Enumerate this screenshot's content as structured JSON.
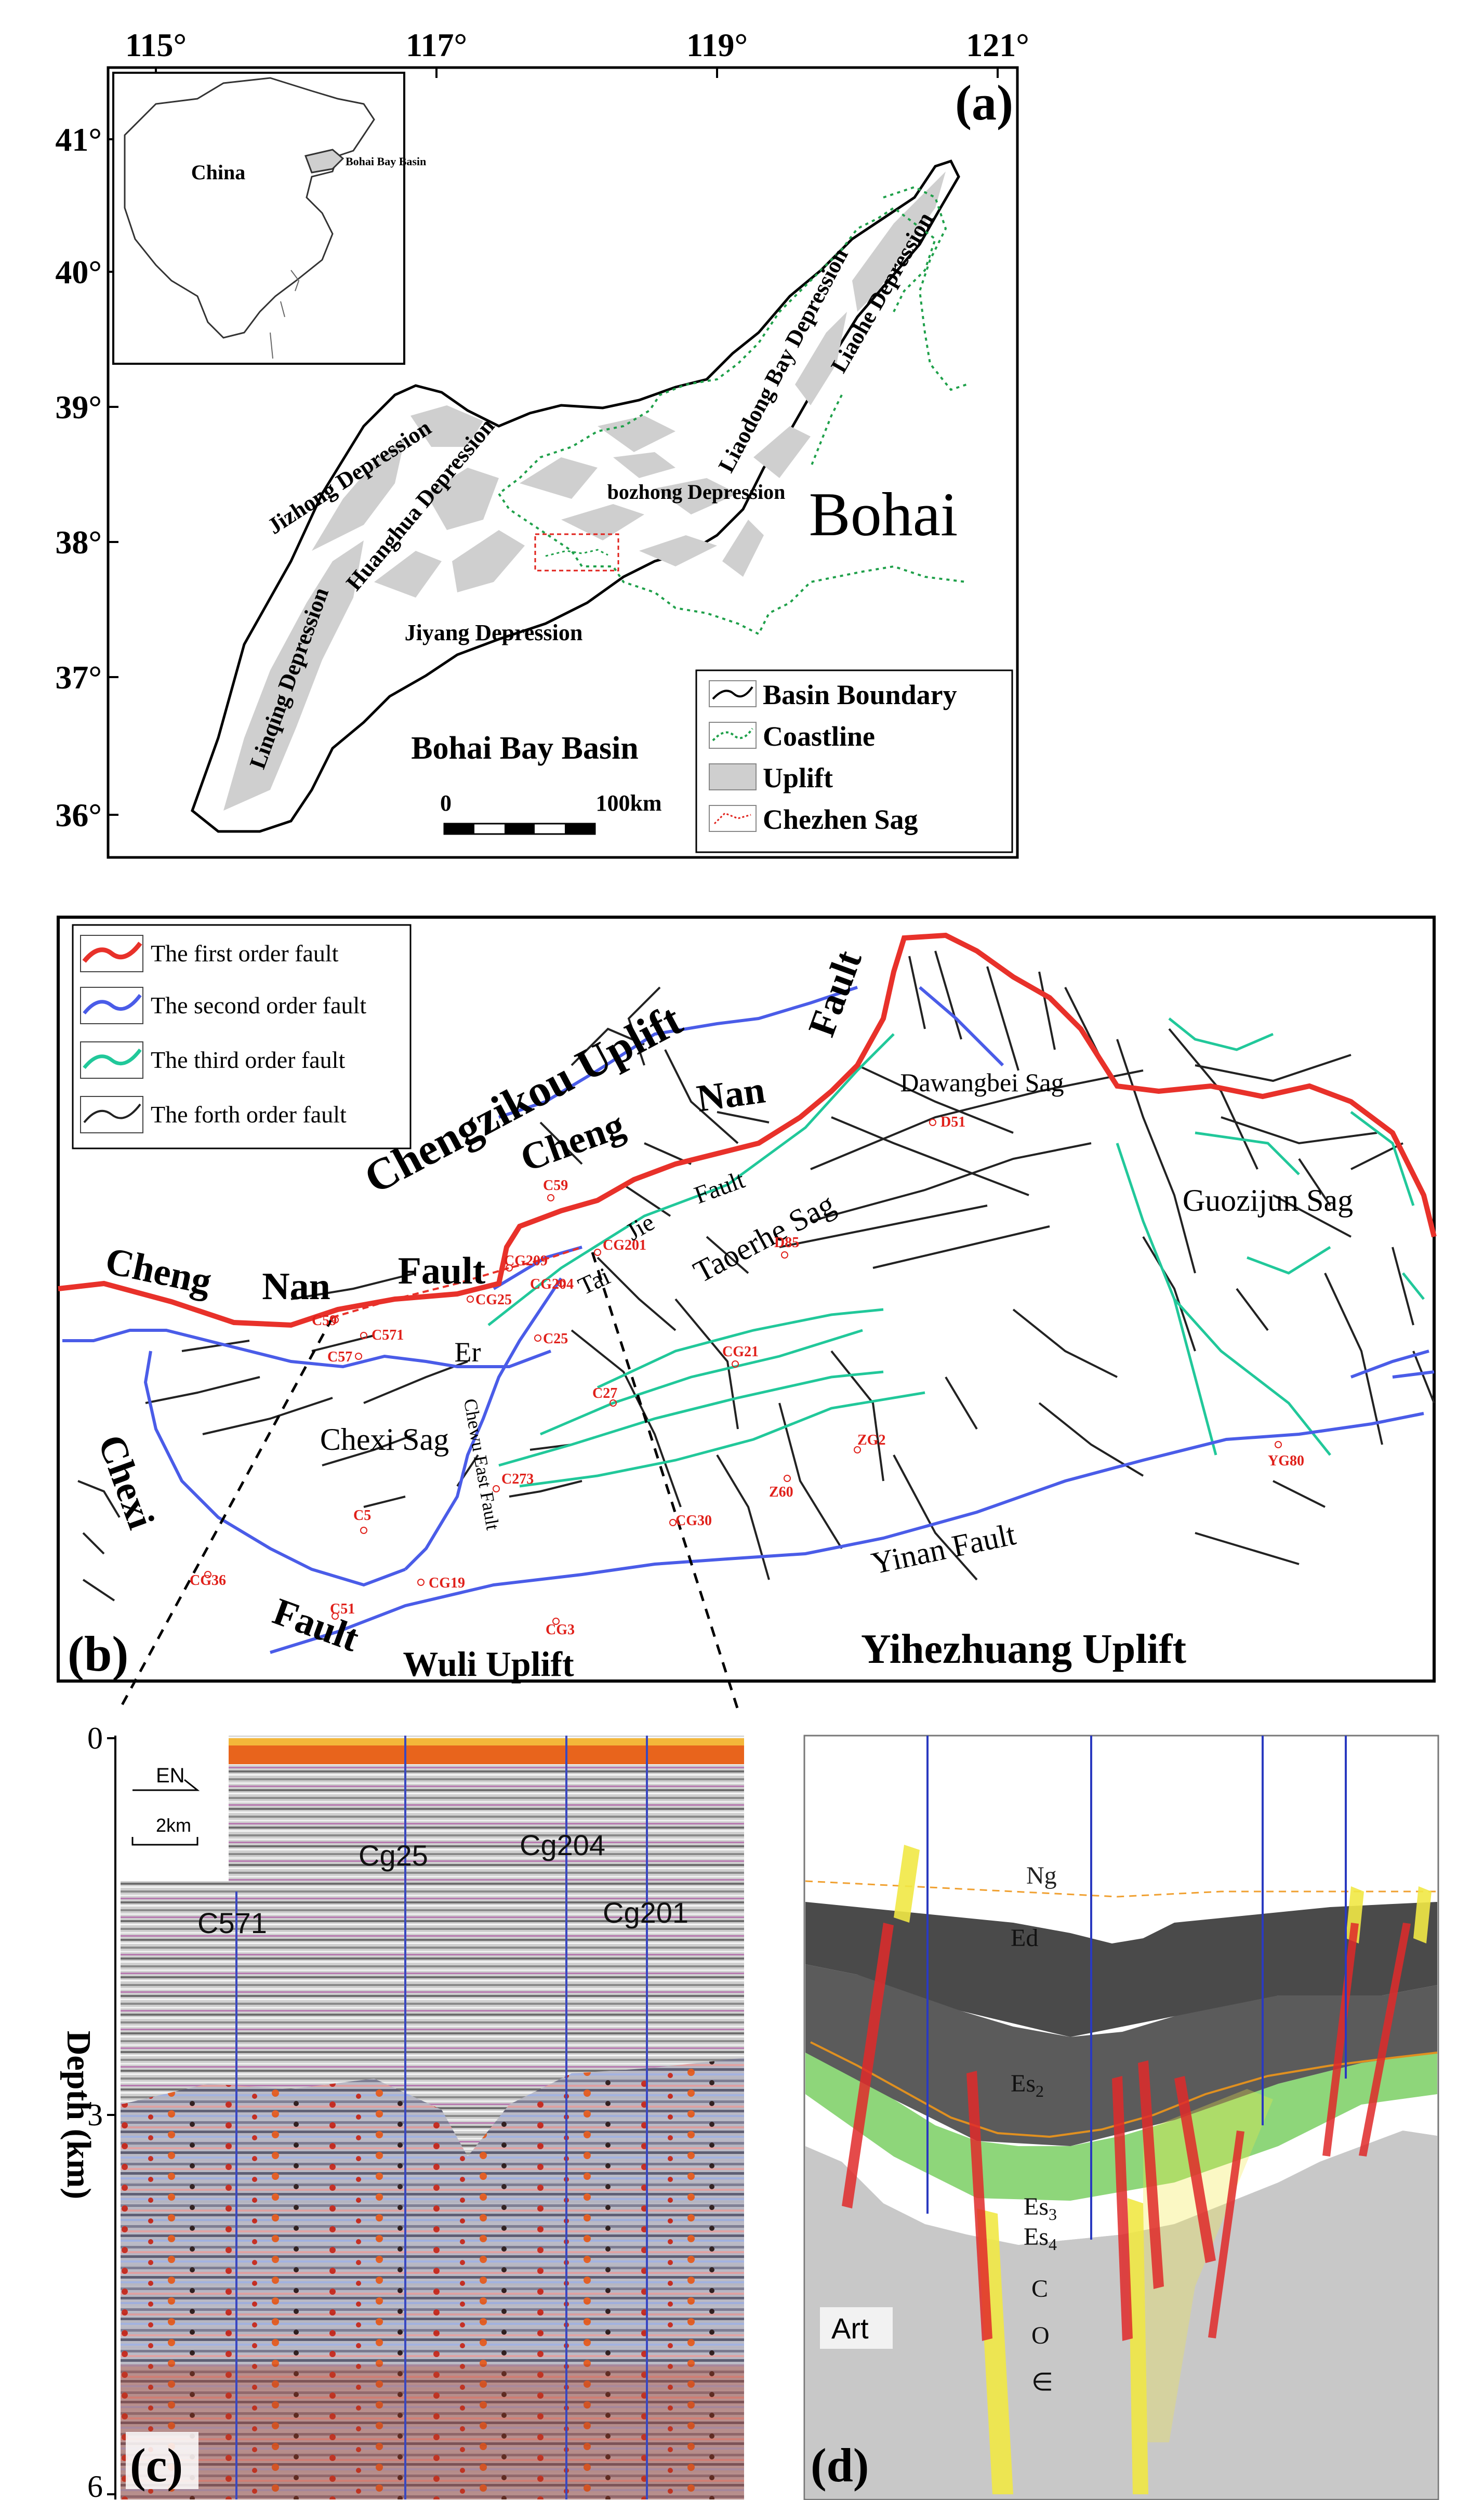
{
  "panel_a": {
    "label": "(a)",
    "lon_ticks": [
      "115°",
      "117°",
      "119°",
      "121°"
    ],
    "lat_ticks": [
      "41°",
      "40°",
      "39°",
      "38°",
      "37°",
      "36°"
    ],
    "inset": {
      "country": "China",
      "basin": "Bohai Bay Basin"
    },
    "labels": {
      "liaohe": "Liaohe Depression",
      "liaodong": "Liaodong Bay Depression",
      "jizhong": "Jizhong Depression",
      "huanghua": "Huanghua Depression",
      "bozhong": "bozhong Depression",
      "jiyang": "Jiyang Depression",
      "linqing": "Linqing Depression",
      "bohai": "Bohai",
      "basin_title": "Bohai Bay Basin"
    },
    "scale": {
      "start": "0",
      "end": "100km"
    },
    "legend": [
      "Basin Boundary",
      "Coastline",
      "Uplift",
      "Chezhen Sag"
    ]
  },
  "panel_b": {
    "label": "(b)",
    "legend": [
      "The first order fault",
      "The second order fault",
      "The third order fault",
      "The forth order fault"
    ],
    "labels": {
      "chengzikou": "Chengzikou Uplift",
      "cheng1": "Cheng",
      "nan1": "Nan",
      "fault1": "Fault",
      "cheng2": "Cheng",
      "nan2": "Nan",
      "fault2": "Fault",
      "dawangbei": "Dawangbei Sag",
      "guozijun": "Guozijun Sag",
      "taoerhe": "Taoerhe Sag",
      "jie": "Jie",
      "fault_jie": "Fault",
      "tai": "Tai",
      "er": "Er",
      "chexi_sag": "Chexi Sag",
      "chexi": "Chexi",
      "fault3": "Fault",
      "chewu": "Chewu East Fault",
      "wuli": "Wuli Uplift",
      "yinan": "Yinan Fault",
      "yihezhuang": "Yihezhuang Uplift"
    },
    "wells": [
      "C59",
      "CG209",
      "CG201",
      "C59",
      "C571",
      "C57",
      "CG25",
      "CG204",
      "C25",
      "D51",
      "D85",
      "CG21",
      "C27",
      "ZG2",
      "Z60",
      "C273",
      "CG30",
      "C5",
      "CG36",
      "CG19",
      "C51",
      "CG3",
      "YG80"
    ]
  },
  "panel_c": {
    "label": "(c)",
    "axis_label": "Depth (km)",
    "ticks": [
      "0",
      "3",
      "6"
    ],
    "compass": "EN",
    "scale": "2km",
    "wells": [
      "C571",
      "Cg25",
      "Cg204",
      "Cg201"
    ]
  },
  "panel_d": {
    "label": "(d)",
    "layers": [
      "Ng",
      "Ed",
      "Es",
      "Es",
      "Es",
      "C",
      "O",
      "∈"
    ],
    "subscripts": [
      "2",
      "3",
      "4"
    ],
    "art": "Art"
  },
  "colors": {
    "first_order": "#e8312a",
    "second_order": "#4a5ce8",
    "third_order": "#21c89a",
    "fourth_order": "#222222",
    "uplift": "#cfcfcf",
    "coastline": "#1fa04a",
    "well": "#e0201a"
  }
}
